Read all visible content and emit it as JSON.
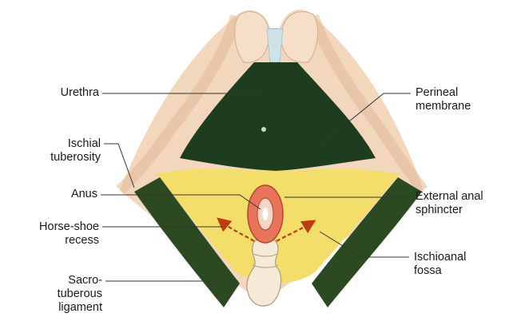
{
  "diagram": {
    "labels": {
      "urethra": "Urethra",
      "perineal_membrane": [
        "Perineal",
        "membrane"
      ],
      "ischial_tuberosity": [
        "Ischial",
        "tuberosity"
      ],
      "anus": "Anus",
      "external_anal_sphincter": [
        "External anal",
        "sphincter"
      ],
      "horseshoe_recess": [
        "Horse-shoe",
        "recess"
      ],
      "ischioanal_fossa": [
        "Ischioanal",
        "fossa"
      ],
      "sacrotuberous_ligament": [
        "Sacro-",
        "tuberous",
        "ligament"
      ]
    },
    "colors": {
      "skin": "#f2d7bd",
      "skin_shadow": "#e2b896",
      "membrane": "#1d3d1e",
      "fat": "#f3de6a",
      "ligament": "#2c4a22",
      "sphincter": "#e8745a",
      "arrow": "#c23a14",
      "leader": "#333333"
    }
  }
}
